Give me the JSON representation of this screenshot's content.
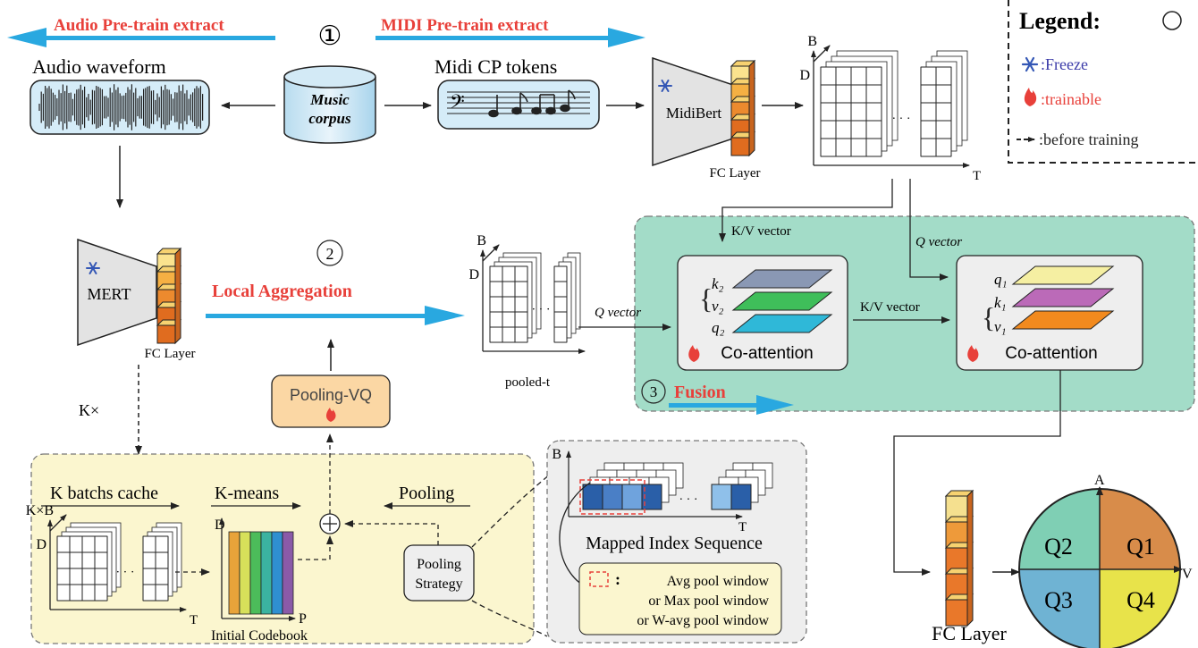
{
  "header": {
    "audio_extract": "Audio Pre-train extract",
    "midi_extract": "MIDI Pre-train extract",
    "step1": "①",
    "step2": "②",
    "step3": "③"
  },
  "legend": {
    "title": "Legend:",
    "freeze": ":Freeze",
    "trainable": ":trainable",
    "before": ":before training"
  },
  "audio": {
    "waveform_label": "Audio waveform",
    "mert": "MERT",
    "fc": "FC Layer",
    "k_times": "K×"
  },
  "corpus": {
    "line1": "Music",
    "line2": "corpus"
  },
  "midi": {
    "tokens_label": "Midi CP tokens",
    "midibert": "MidiBert",
    "fc": "FC Layer"
  },
  "tensor": {
    "B": "B",
    "D": "D",
    "T": "T",
    "pooled": "pooled-t",
    "KB": "K×B",
    "P": "P",
    "dots": "· · ·"
  },
  "aggregation": {
    "label": "Local Aggregation",
    "pooling_vq": "Pooling-VQ"
  },
  "cache": {
    "k_batch": "K batchs cache",
    "kmeans": "K-means",
    "pooling": "Pooling",
    "initial_codebook": "Initial Codebook",
    "strategy1": "Pooling",
    "strategy2": "Strategy",
    "plus": "⊕"
  },
  "mapped": {
    "label": "Mapped Index Sequence",
    "colon": ":",
    "avg": "Avg pool window",
    "max": "or Max pool window",
    "wavg": "or W-avg pool window"
  },
  "fusion": {
    "label": "Fusion",
    "kv": "K/V vector",
    "q": "Q vector",
    "kv2": "K/V vector",
    "q_left": "Q vector",
    "coatt": "Co-attention",
    "k2": "k₂",
    "v2": "v₂",
    "q2": "q₂",
    "q1": "q₁",
    "k1": "k₁",
    "v1": "v₁"
  },
  "output": {
    "fc": "FC Layer",
    "A": "A",
    "V": "V",
    "q1": "Q1",
    "q2": "Q2",
    "q3": "Q3",
    "q4": "Q4"
  },
  "colors": {
    "blue_arrow": "#29a8e0",
    "red_text": "#e8403a",
    "fusion_bg": "#a3dcc8",
    "cache_bg": "#fbf6cf",
    "gray_bg": "#eeeeee",
    "fc_orange": "#e97a2a",
    "q1": "#d88c4a",
    "q2": "#7fcfb4",
    "q3": "#6fb3d3",
    "q4": "#e8e34a"
  }
}
